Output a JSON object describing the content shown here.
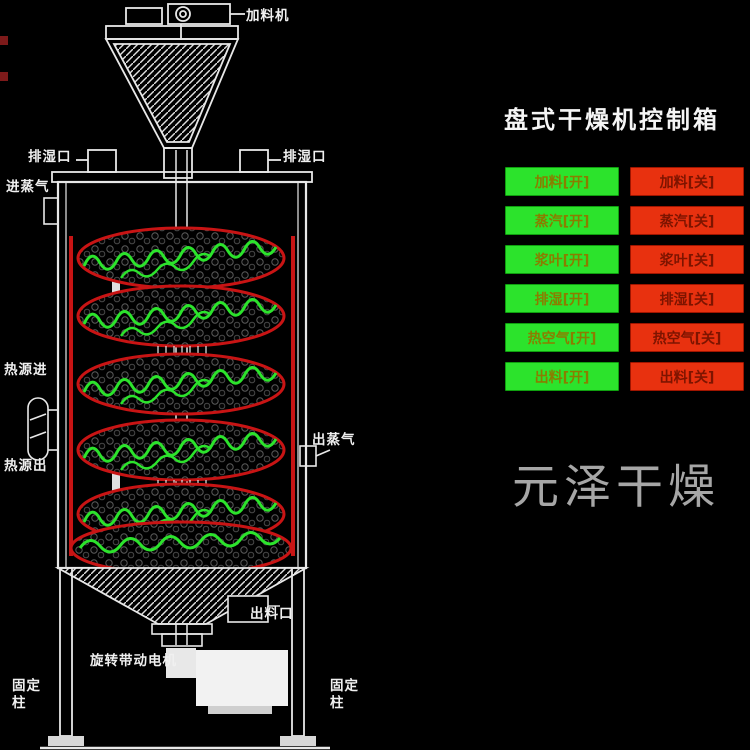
{
  "diagram": {
    "labels": {
      "feeder": "加料机",
      "moisture_outlet_left": "排湿口",
      "moisture_outlet_right": "排湿口",
      "steam_inlet": "进蒸气",
      "heat_source_in": "热源进",
      "heat_source_out": "热源出",
      "steam_outlet": "出蒸气",
      "discharge_port": "出料口",
      "drive_motor": "旋转带动电机",
      "fixed_column_left": "固定柱",
      "fixed_column_right": "固定柱"
    },
    "colors": {
      "line": "#e8e8e8",
      "disc_red": "#c81414",
      "paddle_green": "#2ce32c"
    }
  },
  "control_panel": {
    "title": "盘式干燥机控制箱",
    "colors": {
      "on": "#2ce32c",
      "off": "#e8310f"
    },
    "on_buttons": [
      {
        "label": "加料[开]"
      },
      {
        "label": "蒸汽[开]"
      },
      {
        "label": "浆叶[开]"
      },
      {
        "label": "排湿[开]"
      },
      {
        "label": "热空气[开]"
      },
      {
        "label": "出料[开]"
      }
    ],
    "off_buttons": [
      {
        "label": "加料[关]"
      },
      {
        "label": "蒸汽[关]"
      },
      {
        "label": "浆叶[关]"
      },
      {
        "label": "排湿[关]"
      },
      {
        "label": "热空气[关]"
      },
      {
        "label": "出料[关]"
      }
    ]
  },
  "watermark": {
    "text": "元泽干燥"
  }
}
